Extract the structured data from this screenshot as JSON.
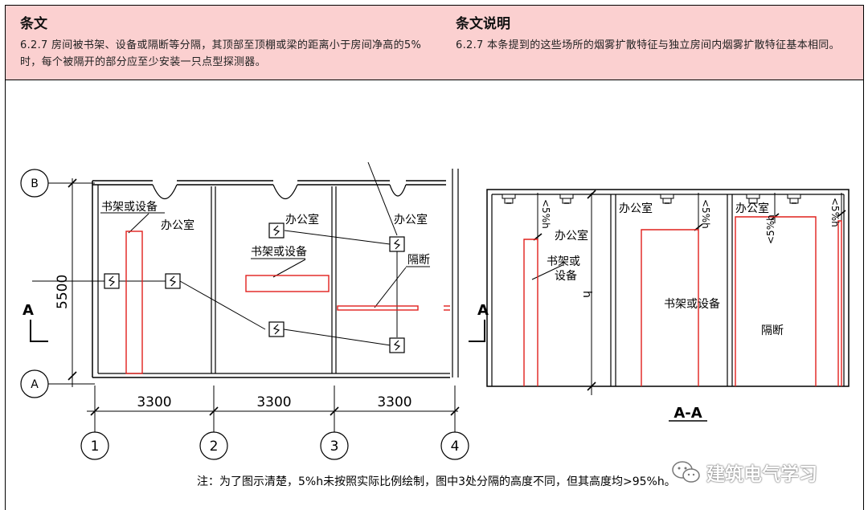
{
  "header": {
    "left_title": "条文",
    "left_text": "6.2.7  房间被书架、设备或隔断等分隔，其顶部至顶棚或梁的距离小于房间净高的5%时，每个被隔开的部分应至少安装一只点型探测器。",
    "right_title": "条文说明",
    "right_text": "6.2.7  本条提到的这些场所的烟雾扩散特征与独立房间内烟雾扩散特征基本相同。"
  },
  "plan": {
    "axis_B": "B",
    "axis_A": "A",
    "axis_1": "1",
    "axis_2": "2",
    "axis_3": "3",
    "axis_4": "4",
    "dim_height": "5500",
    "dim_w1": "3300",
    "dim_w2": "3300",
    "dim_w3": "3300",
    "room1_label": "办公室",
    "room2_label": "办公室",
    "room3_label": "办公室",
    "shelf1_label": "书架或设备",
    "shelf2_label": "书架或设备",
    "partition_label": "隔断",
    "section_left": "A",
    "section_right": "A",
    "detector_symbol": "S"
  },
  "section": {
    "title": "A-A",
    "room1_label": "办公室",
    "room2_label": "办公室",
    "room3_label": "办公室",
    "shelf_small_label_1": "书架或",
    "shelf_small_label_2": "设备",
    "shelf_label": "书架或设备",
    "partition_label": "隔断",
    "height_label": "h",
    "gap1": "<5%h",
    "gap2": "<5%h",
    "gap3": "<5%h",
    "gap4": "<5%h"
  },
  "note": "注：为了图示清楚，5%h未按照实际比例绘制，图中3处分隔的高度不同，但其高度均>95%h。",
  "watermark": "建筑电气学习",
  "colors": {
    "header_bg": "#fbd0d0",
    "red": "#e0201c",
    "line": "#000000"
  }
}
